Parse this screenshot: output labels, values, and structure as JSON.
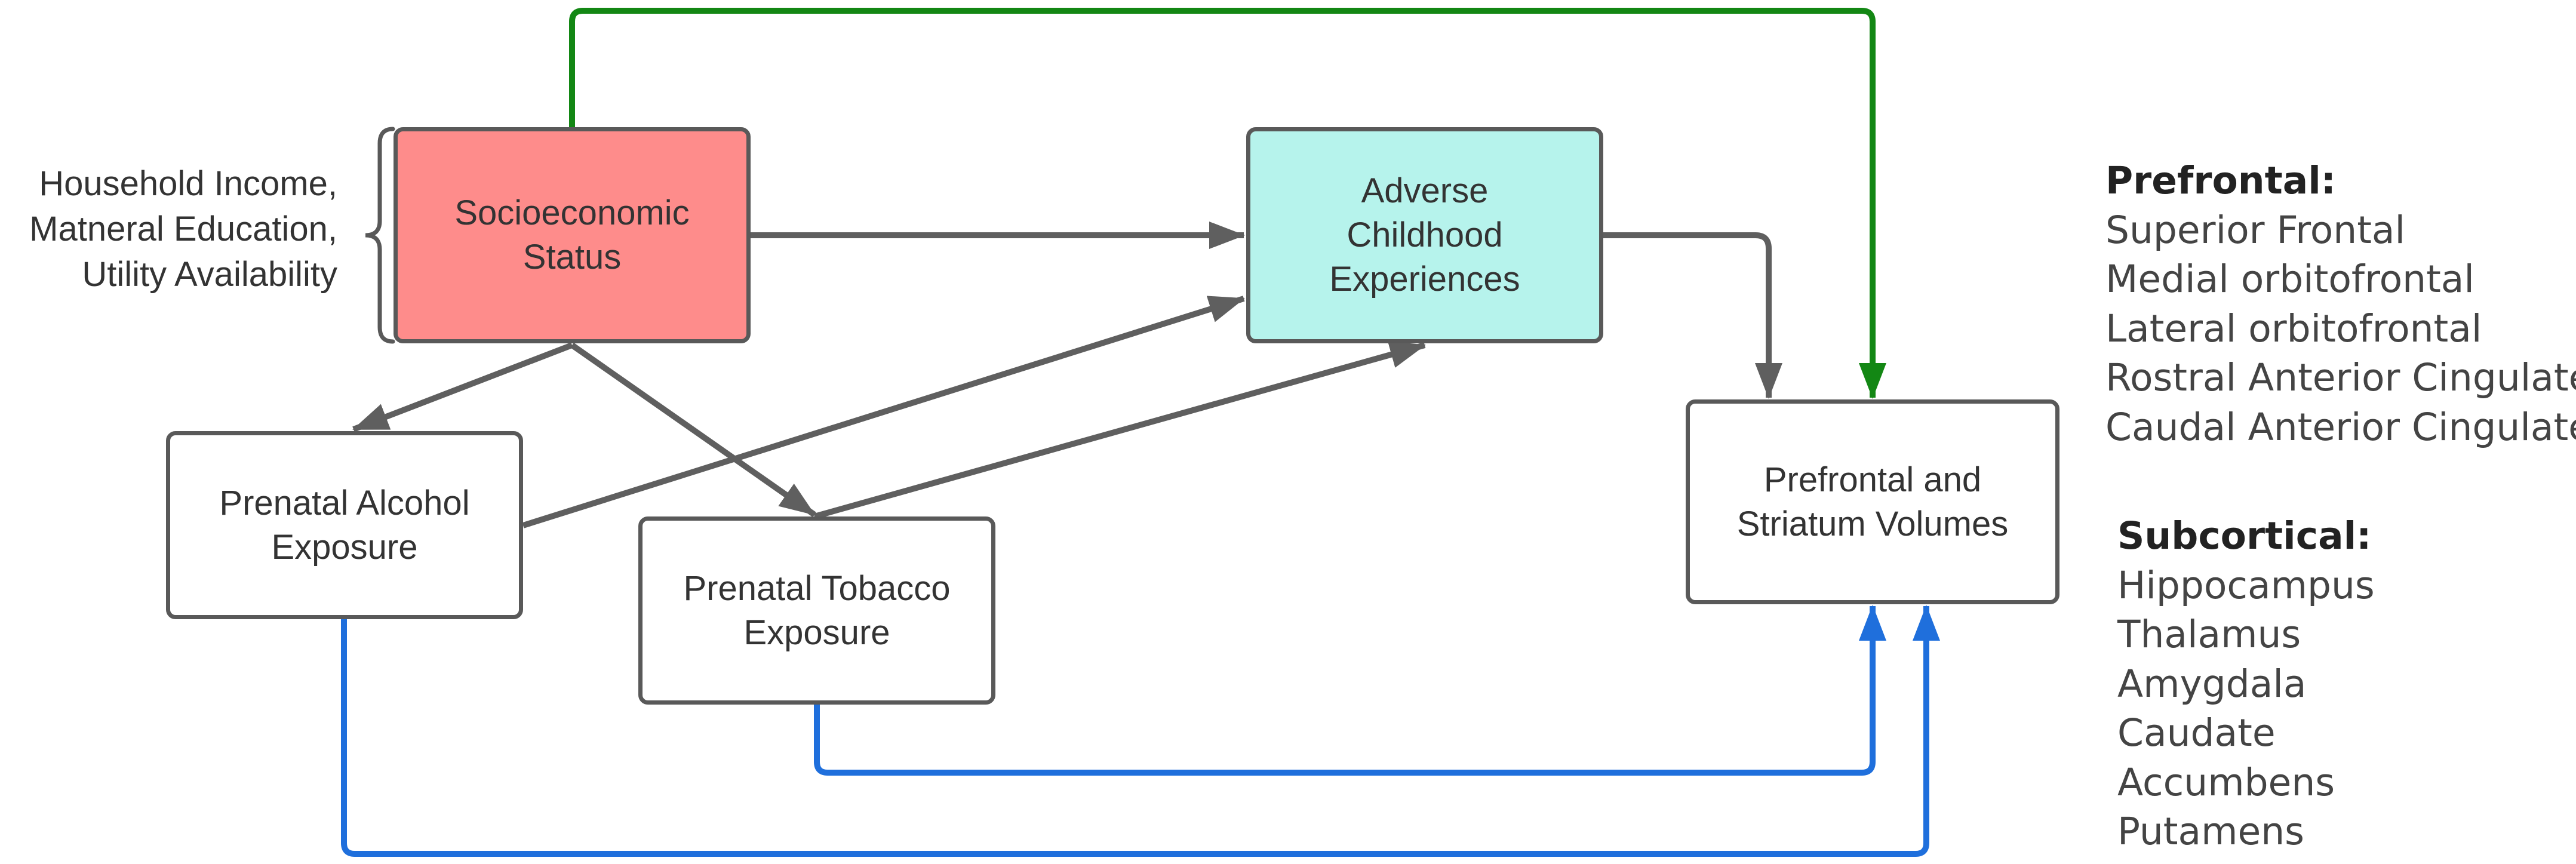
{
  "colors": {
    "ses_fill": "#fe8c8b",
    "ace_fill": "#b6f3ec",
    "box_border": "#595959",
    "gray_arrow": "#5f5f5f",
    "green_arrow": "#138714",
    "blue_arrow": "#1f6fdc"
  },
  "side_label": "Household Income,\nMatneral Education,\nUtility Availability",
  "nodes": {
    "ses": "Socioeconomic\nStatus",
    "ace": "Adverse\nChildhood\nExperiences",
    "pae": "Prenatal Alcohol\nExposure",
    "pte": "Prenatal Tobacco\nExposure",
    "outcome": "Prefrontal and\nStriatum Volumes"
  },
  "regions": {
    "prefrontal": {
      "heading": "Prefrontal:",
      "items": [
        "Superior Frontal",
        "Medial orbitofrontal",
        "Lateral orbitofrontal",
        "Rostral Anterior Cingulate",
        "Caudal Anterior Cingulate"
      ]
    },
    "subcortical": {
      "heading": "Subcortical:",
      "items": [
        "Hippocampus",
        "Thalamus",
        "Amygdala",
        "Caudate",
        "Accumbens",
        "Putamens"
      ]
    }
  }
}
